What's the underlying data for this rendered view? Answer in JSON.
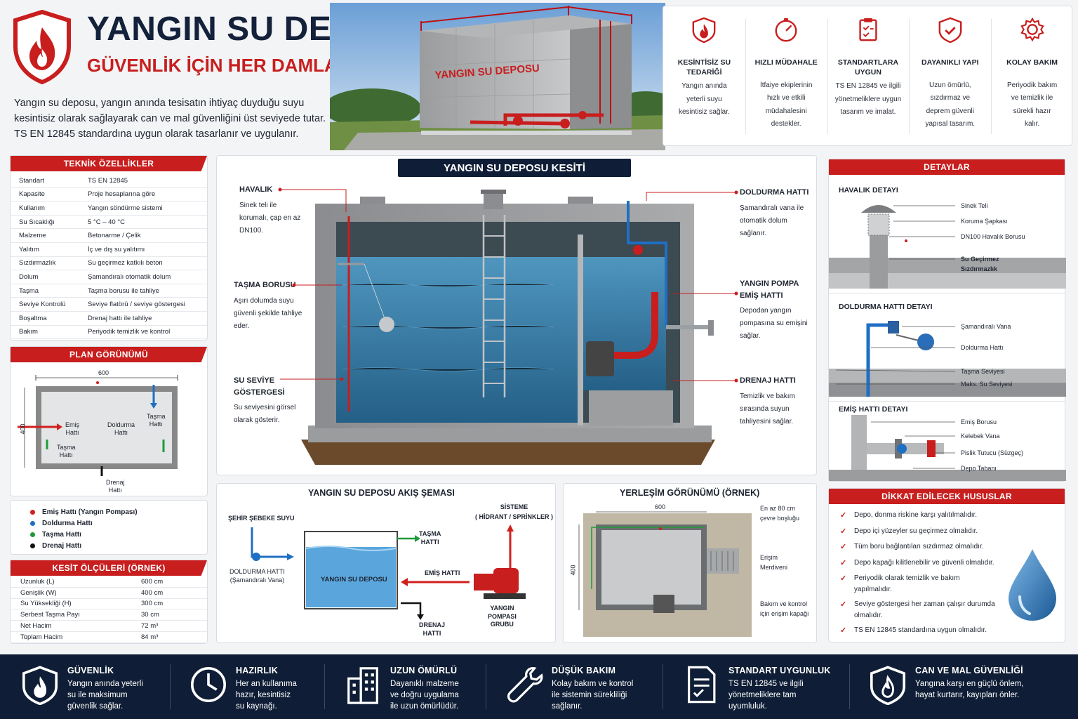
{
  "header": {
    "title": "YANGIN SU DEPOSU",
    "subtitle": "GÜVENLİK İÇİN HER DAMLA HAZIR!",
    "intro_line1": "Yangın su deposu, yangın anında tesisatın ihtiyaç duyduğu suyu",
    "intro_line2": "kesintisiz olarak sağlayarak can ve mal güvenliğini üst seviyede tutar.",
    "intro_line3": "TS EN 12845 standardına uygun olarak tasarlanır ve uygulanır.",
    "photo_sign": "YANGIN SU DEPOSU"
  },
  "features": [
    {
      "icon": "fire-shield-icon",
      "title_l1": "KESİNTİSİZ SU",
      "title_l2": "TEDARİĞİ",
      "desc_l1": "Yangın anında",
      "desc_l2": "yeterli suyu",
      "desc_l3": "kesintisiz sağlar."
    },
    {
      "icon": "speedometer-icon",
      "title_l1": "HIZLI MÜDAHALE",
      "title_l2": "",
      "desc_l1": "İtfaiye ekiplerinin",
      "desc_l2": "hızlı ve etkili",
      "desc_l3": "müdahalesini",
      "desc_l4": "destekler."
    },
    {
      "icon": "clipboard-check-icon",
      "title_l1": "STANDARTLARA",
      "title_l2": "UYGUN",
      "desc_l1": "TS EN 12845 ve ilgili",
      "desc_l2": "yönetmeliklere uygun",
      "desc_l3": "tasarım ve imalat."
    },
    {
      "icon": "shield-check-icon",
      "title_l1": "DAYANIKLI YAPI",
      "title_l2": "",
      "desc_l1": "Uzun ömürlü,",
      "desc_l2": "sızdırmaz ve",
      "desc_l3": "deprem güvenli",
      "desc_l4": "yapısal tasarım."
    },
    {
      "icon": "gear-icon",
      "title_l1": "KOLAY BAKIM",
      "title_l2": "",
      "desc_l1": "Periyodik bakım",
      "desc_l2": "ve temizlik ile",
      "desc_l3": "sürekli hazır",
      "desc_l4": "kalır."
    }
  ],
  "tech": {
    "title": "TEKNİK ÖZELLİKLER",
    "rows": [
      {
        "k": "Standart",
        "v": "TS EN 12845"
      },
      {
        "k": "Kapasite",
        "v": "Proje hesaplarına göre"
      },
      {
        "k": "Kullanım",
        "v": "Yangın söndürme sistemi"
      },
      {
        "k": "Su Sıcaklığı",
        "v": "5 °C – 40 °C"
      },
      {
        "k": "Malzeme",
        "v": "Betonarme / Çelik"
      },
      {
        "k": "Yalıtım",
        "v": "İç ve dış su yalıtımı"
      },
      {
        "k": "Sızdırmazlık",
        "v": "Su geçirmez katkılı beton"
      },
      {
        "k": "Dolum",
        "v": "Şamandıralı otomatik dolum"
      },
      {
        "k": "Taşma",
        "v": "Taşma borusu ile tahliye"
      },
      {
        "k": "Seviye Kontrolü",
        "v": "Seviye flatörü / seviye göstergesi"
      },
      {
        "k": "Boşaltma",
        "v": "Drenaj hattı ile tahliye"
      },
      {
        "k": "Bakım",
        "v": "Periyodik temizlik ve kontrol"
      }
    ]
  },
  "plan": {
    "title": "PLAN GÖRÜNÜMÜ",
    "dim_w": "600",
    "dim_h": "400",
    "emis_l1": "Emiş",
    "emis_l2": "Hattı",
    "doldurma_l1": "Doldurma",
    "doldurma_l2": "Hattı",
    "tasma_l1": "Taşma",
    "tasma_l2": "Hattı",
    "tasma2_l1": "Taşma",
    "tasma2_l2": "Hattı",
    "drenaj_l1": "Drenaj",
    "drenaj_l2": "Hattı"
  },
  "legend": [
    {
      "label": "Emiş Hattı (Yangın Pompası)",
      "color": "#d0201e"
    },
    {
      "label": "Doldurma Hattı",
      "color": "#1f6fc4"
    },
    {
      "label": "Taşma Hattı",
      "color": "#1e9a3a"
    },
    {
      "label": "Drenaj Hattı",
      "color": "#111111"
    }
  ],
  "kesit_olcu": {
    "title": "KESİT ÖLÇÜLERİ (ÖRNEK)",
    "rows": [
      {
        "k": "Uzunluk (L)",
        "v": "600 cm"
      },
      {
        "k": "Genişlik (W)",
        "v": "400 cm"
      },
      {
        "k": "Su Yüksekliği (H)",
        "v": "300 cm"
      },
      {
        "k": "Serbest Taşma Payı",
        "v": "30 cm"
      },
      {
        "k": "Net Hacim",
        "v": "72 m³"
      },
      {
        "k": "Toplam Hacim",
        "v": "84 m³"
      }
    ]
  },
  "section": {
    "title": "YANGIN SU DEPOSU KESİTİ",
    "havalik_t": "HAVALIK",
    "havalik_d1": "Sinek teli ile",
    "havalik_d2": "korumalı, çap en az",
    "havalik_d3": "DN100.",
    "tasma_t": "TAŞMA BORUSU",
    "tasma_d1": "Aşırı dolumda suyu",
    "tasma_d2": "güvenli şekilde tahliye",
    "tasma_d3": "eder.",
    "seviye_t1": "SU SEVİYE",
    "seviye_t2": "GÖSTERGESİ",
    "seviye_d1": "Su seviyesini görsel",
    "seviye_d2": "olarak gösterir.",
    "doldurma_t": "DOLDURMA HATTI",
    "doldurma_d1": "Şamandıralı vana ile",
    "doldurma_d2": "otomatik dolum",
    "doldurma_d3": "sağlanır.",
    "pompa_t1": "YANGIN POMPA",
    "pompa_t2": "EMİŞ HATTI",
    "pompa_d1": "Depodan yangın",
    "pompa_d2": "pompasına su emişini",
    "pompa_d3": "sağlar.",
    "drenaj_t": "DRENAJ HATTI",
    "drenaj_d1": "Temizlik ve bakım",
    "drenaj_d2": "sırasında suyun",
    "drenaj_d3": "tahliyesini sağlar."
  },
  "flow": {
    "title": "YANGIN SU DEPOSU AKIŞ ŞEMASI",
    "sehir": "ŞEHİR ŞEBEKE SUYU",
    "doldurma_l1": "DOLDURMA HATTI",
    "doldurma_l2": "(Şamandıralı Vana)",
    "depo": "YANGIN SU DEPOSU",
    "tasma_l1": "TAŞMA",
    "tasma_l2": "HATTI",
    "sisteme_l1": "SİSTEME",
    "sisteme_l2": "( HİDRANT / SPRİNKLER )",
    "emis": "EMİŞ HATTI",
    "drenaj_l1": "DRENAJ",
    "drenaj_l2": "HATTI",
    "pompa_l1": "YANGIN",
    "pompa_l2": "POMPASI",
    "pompa_l3": "GRUBU"
  },
  "layout_view": {
    "title": "YERLEŞİM GÖRÜNÜMÜ (ÖRNEK)",
    "dim_w": "600",
    "dim_h": "400",
    "bosluk_l1": "En az 80 cm",
    "bosluk_l2": "çevre boşluğu",
    "erisim_l1": "Erişim",
    "erisim_l2": "Merdiveni",
    "kapak_l1": "Bakım ve kontrol",
    "kapak_l2": "için erişim kapağı"
  },
  "details": {
    "title": "DETAYLAR",
    "havalik": {
      "title": "HAVALIK DETAYI",
      "l1": "Sinek Teli",
      "l2": "Koruma Şapkası",
      "l3": "DN100 Havalık Borusu",
      "l4a": "Su Geçirmez",
      "l4b": "Sızdırmazlık"
    },
    "doldurma": {
      "title": "DOLDURMA HATTI DETAYI",
      "l1": "Şamandıralı Vana",
      "l2": "Doldurma Hattı",
      "l3": "Taşma Seviyesi",
      "l4": "Maks. Su Seviyesi"
    },
    "emis": {
      "title": "EMİŞ HATTI DETAYI",
      "l1": "Emiş Borusu",
      "l2": "Kelebek Vana",
      "l3": "Pislik Tutucu (Süzgeç)",
      "l4": "Depo Tabanı"
    }
  },
  "attention": {
    "title": "DİKKAT EDİLECEK HUSUSLAR",
    "items": [
      {
        "l1": "Depo, donma riskine karşı yalıtılmalıdır.",
        "l2": ""
      },
      {
        "l1": "Depo içi yüzeyler su geçirmez olmalıdır.",
        "l2": ""
      },
      {
        "l1": "Tüm boru bağlantıları sızdırmaz olmalıdır.",
        "l2": ""
      },
      {
        "l1": "Depo kapağı kilitlenebilir ve güvenli olmalıdır.",
        "l2": ""
      },
      {
        "l1": "Periyodik olarak temizlik ve bakım yapılmalıdır.",
        "l2": ""
      },
      {
        "l1": "Seviye göstergesi her zaman çalışır durumda",
        "l2": "olmalıdır."
      },
      {
        "l1": "TS EN 12845 standardına uygun olmalıdır.",
        "l2": ""
      }
    ]
  },
  "footer": [
    {
      "icon": "fire-shield-icon",
      "title": "GÜVENLİK",
      "d1": "Yangın anında yeterli",
      "d2": "su ile maksimum",
      "d3": "güvenlik sağlar."
    },
    {
      "icon": "clock-icon",
      "title": "HAZIRLIK",
      "d1": "Her an kullanıma",
      "d2": "hazır, kesintisiz",
      "d3": "su kaynağı."
    },
    {
      "icon": "building-icon",
      "title": "UZUN ÖMÜRLÜ",
      "d1": "Dayanıklı malzeme",
      "d2": "ve doğru uygulama",
      "d3": "ile uzun ömürlüdür."
    },
    {
      "icon": "wrench-icon",
      "title": "DÜŞÜK BAKIM",
      "d1": "Kolay bakım ve kontrol",
      "d2": "ile sistemin sürekliliği",
      "d3": "sağlanır."
    },
    {
      "icon": "document-check-icon",
      "title": "STANDART UYGUNLUK",
      "d1": "TS EN 12845 ve ilgili",
      "d2": "yönetmeliklere tam",
      "d3": "uyumluluk."
    },
    {
      "icon": "shield-fire-icon",
      "title": "CAN VE MAL GÜVENLİĞİ",
      "d1": "Yangına karşı en güçlü önlem,",
      "d2": "hayat kurtarır, kayıpları önler.",
      "d3": ""
    }
  ]
}
